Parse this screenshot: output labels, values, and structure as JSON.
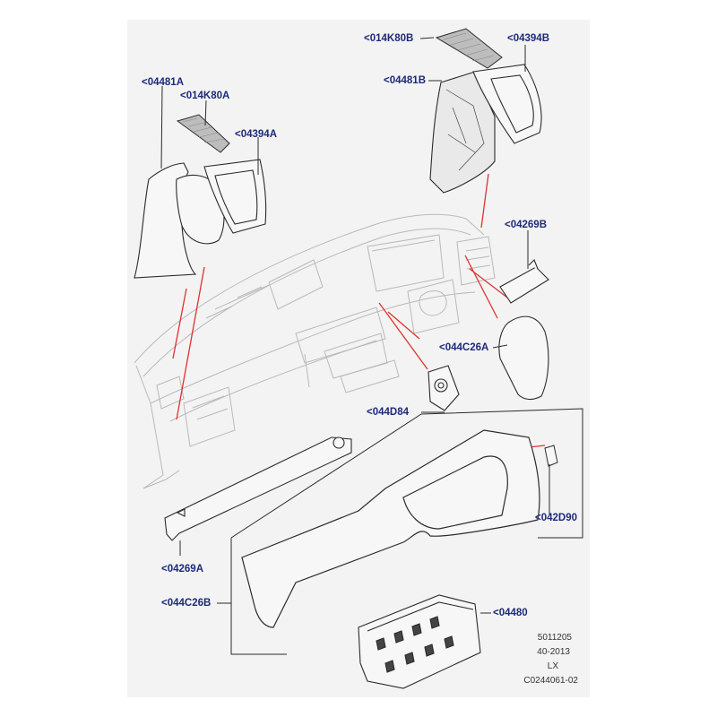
{
  "callouts": {
    "c_04481A": "<04481A",
    "c_014K80A": "<014K80A",
    "c_04394A": "<04394A",
    "c_014K80B": "<014K80B",
    "c_04394B": "<04394B",
    "c_04481B": "<04481B",
    "c_04269B": "<04269B",
    "c_044C26A": "<044C26A",
    "c_044D84": "<044D84",
    "c_042D90": "<042D90",
    "c_04269A": "<04269A",
    "c_044C26B": "<044C26B",
    "c_04480": "<04480"
  },
  "footer": {
    "line1": "5011205",
    "line2": "40-2013",
    "line3": "LX",
    "line4": "C0244061-02"
  },
  "colors": {
    "callout_text": "#1d2a7a",
    "leader_red": "#e0322e",
    "outline": "#2b2b2b",
    "dashboard_ghost": "#b9b9b9"
  }
}
